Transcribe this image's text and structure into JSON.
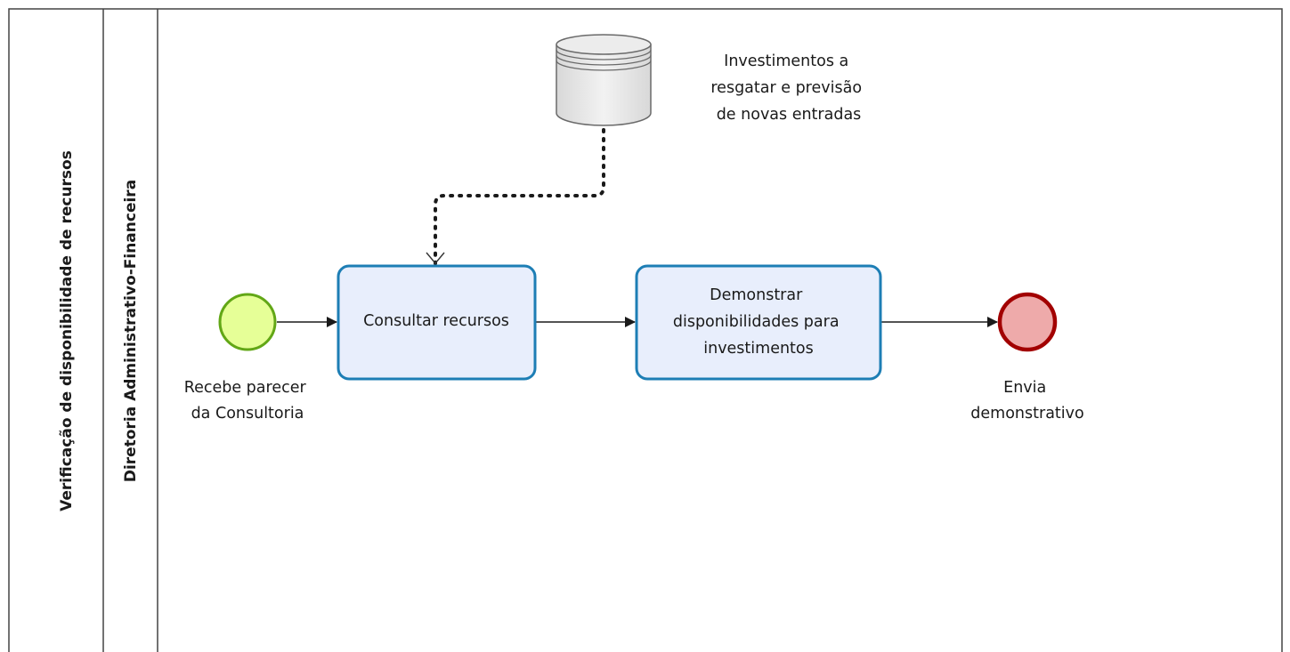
{
  "pool": {
    "label": "Verificação de disponibilidade de recursos"
  },
  "lane": {
    "label": "Diretoria Administrativo-Financeira"
  },
  "data_store": {
    "label_lines": [
      "Investimentos a",
      "resgatar e previsão",
      "de novas entradas"
    ]
  },
  "start_event": {
    "label_lines": [
      "Recebe parecer",
      "da Consultoria"
    ]
  },
  "task_consultar": {
    "label_lines": [
      "Consultar recursos"
    ]
  },
  "task_demonstrar": {
    "label_lines": [
      "Demonstrar",
      "disponibilidades para",
      "investimentos"
    ]
  },
  "end_event": {
    "label_lines": [
      "Envia",
      "demonstrativo"
    ]
  },
  "colors": {
    "start_fill": "#e6ff97",
    "start_stroke": "#62a716",
    "end_fill": "#eeaaaa",
    "end_stroke": "#a20000",
    "task_fill": "#e8eefc",
    "task_stroke": "#1d7eb5",
    "line": "#333333"
  }
}
